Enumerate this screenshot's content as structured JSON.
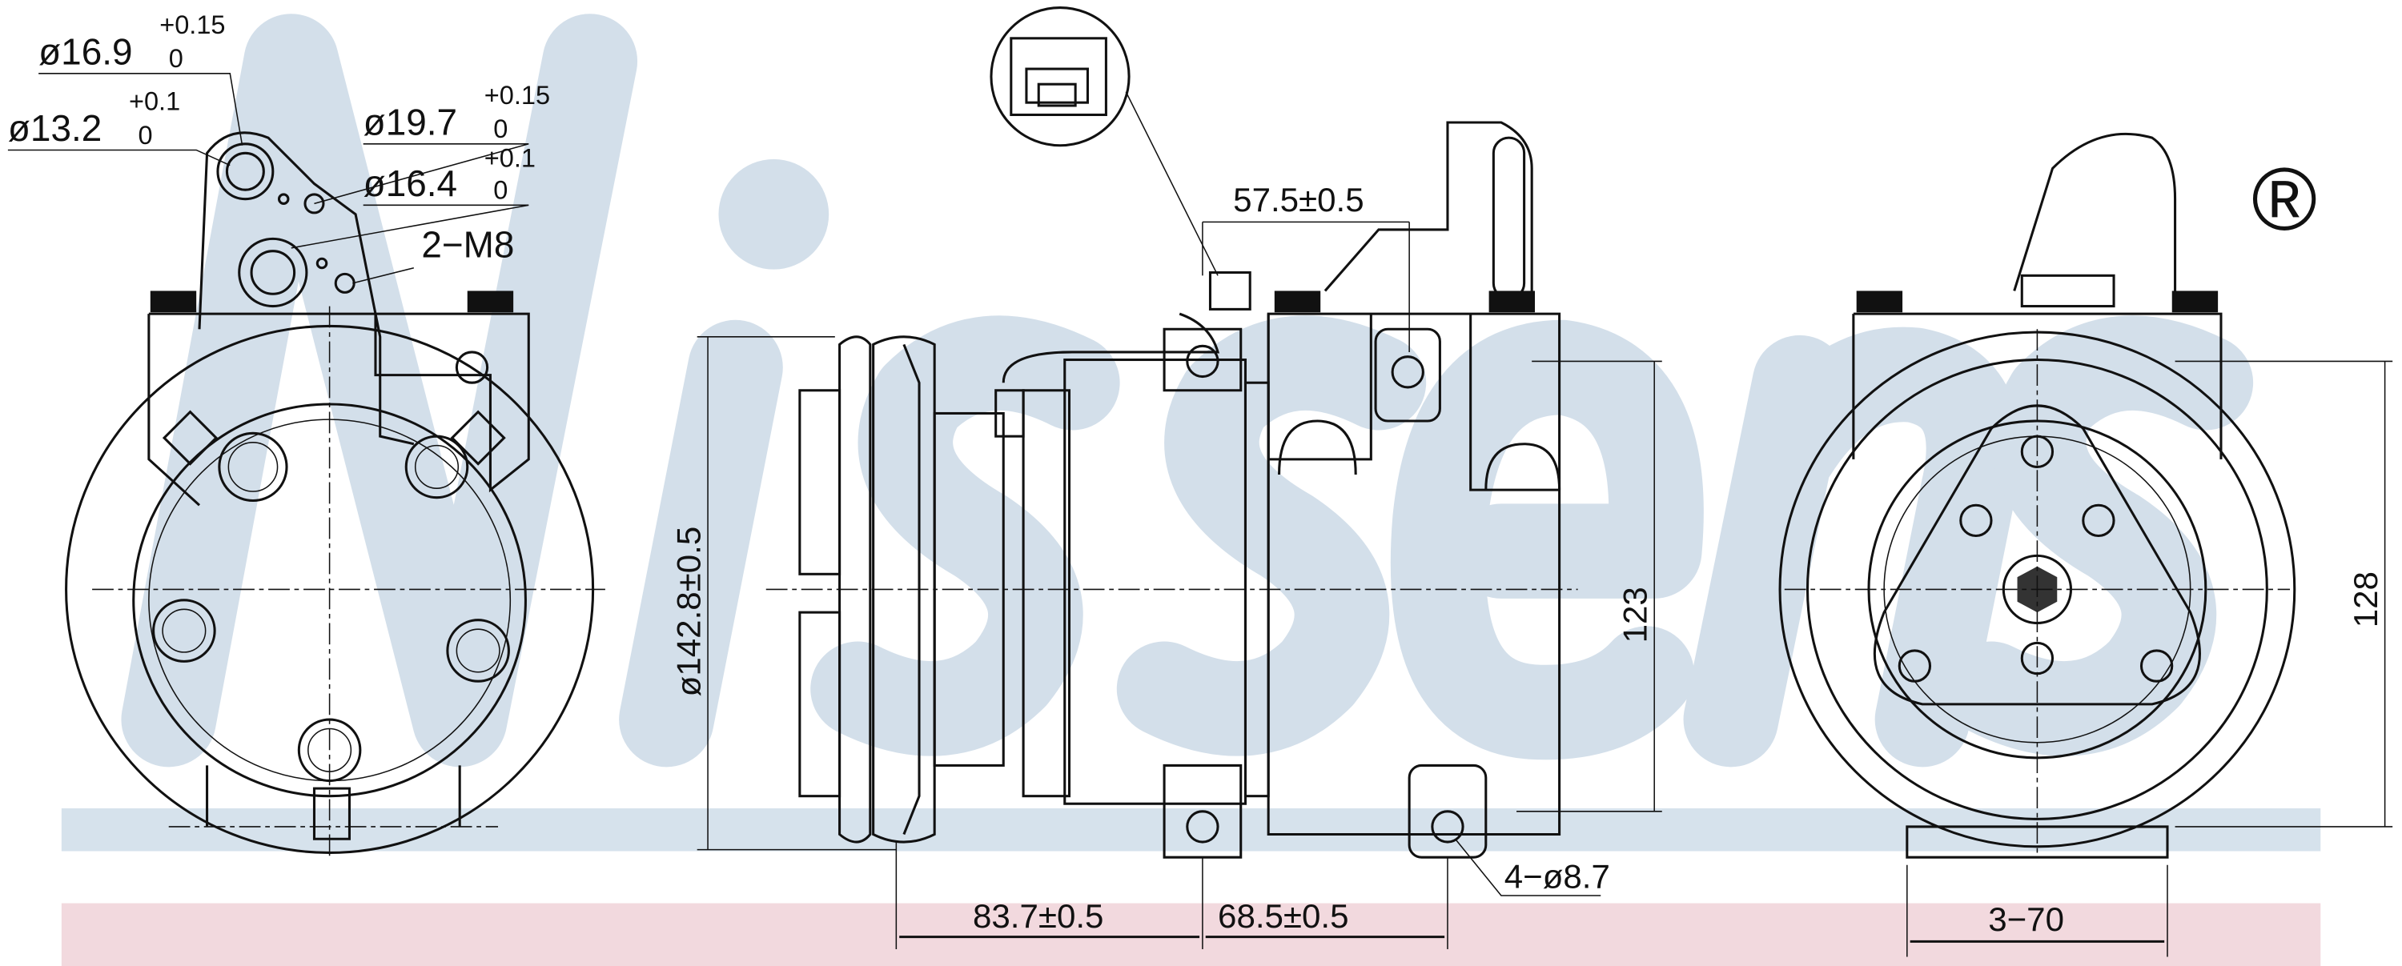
{
  "brand": {
    "watermark": "Nissens",
    "registered": "®",
    "watermark_color": "#d3dfea",
    "band_blue": "#d6e2ec",
    "band_pink": "#f2d9de"
  },
  "labels": {
    "d169": "ø16.9",
    "d169_tol_up": "+0.15",
    "d169_tol_lo": "0",
    "d132": "ø13.2",
    "d132_tol_up": "+0.1",
    "d132_tol_lo": "0",
    "d197": "ø19.7",
    "d197_tol_up": "+0.15",
    "d197_tol_lo": "0",
    "d164": "ø16.4",
    "d164_tol_up": "+0.1",
    "d164_tol_lo": "0",
    "m8": "2−M8",
    "d575": "57.5±0.5",
    "d1428": "ø142.8±0.5",
    "d123": "123",
    "d128": "128",
    "d87": "4−ø8.7",
    "d837": "83.7±0.5",
    "d685": "68.5±0.5",
    "d370": "3−70"
  }
}
